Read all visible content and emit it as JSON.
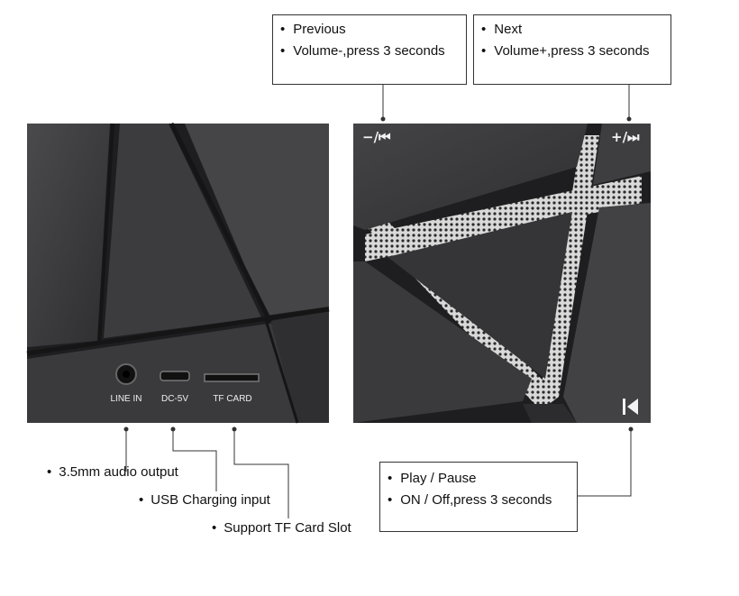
{
  "callouts": {
    "previous": {
      "items": [
        "Previous",
        "Volume-,press 3 seconds"
      ]
    },
    "next": {
      "items": [
        "Next",
        "Volume+,press 3 seconds"
      ]
    },
    "play": {
      "items": [
        "Play / Pause",
        "ON / Off,press 3 seconds"
      ]
    }
  },
  "ports": {
    "line_in": "LINE IN",
    "dc_5v": "DC-5V",
    "tf_card": "TF CARD"
  },
  "labels": {
    "audio_output": "3.5mm audio output",
    "usb_charging": "USB Charging input",
    "tf_slot": "Support TF Card Slot"
  },
  "buttons": {
    "prev_symbol": "−/⏮",
    "next_symbol": "+/⏭"
  },
  "colors": {
    "body": "#3a3a3c",
    "body_dark": "#1f1f21",
    "mesh": "#bdbdbd",
    "line": "#333333"
  }
}
